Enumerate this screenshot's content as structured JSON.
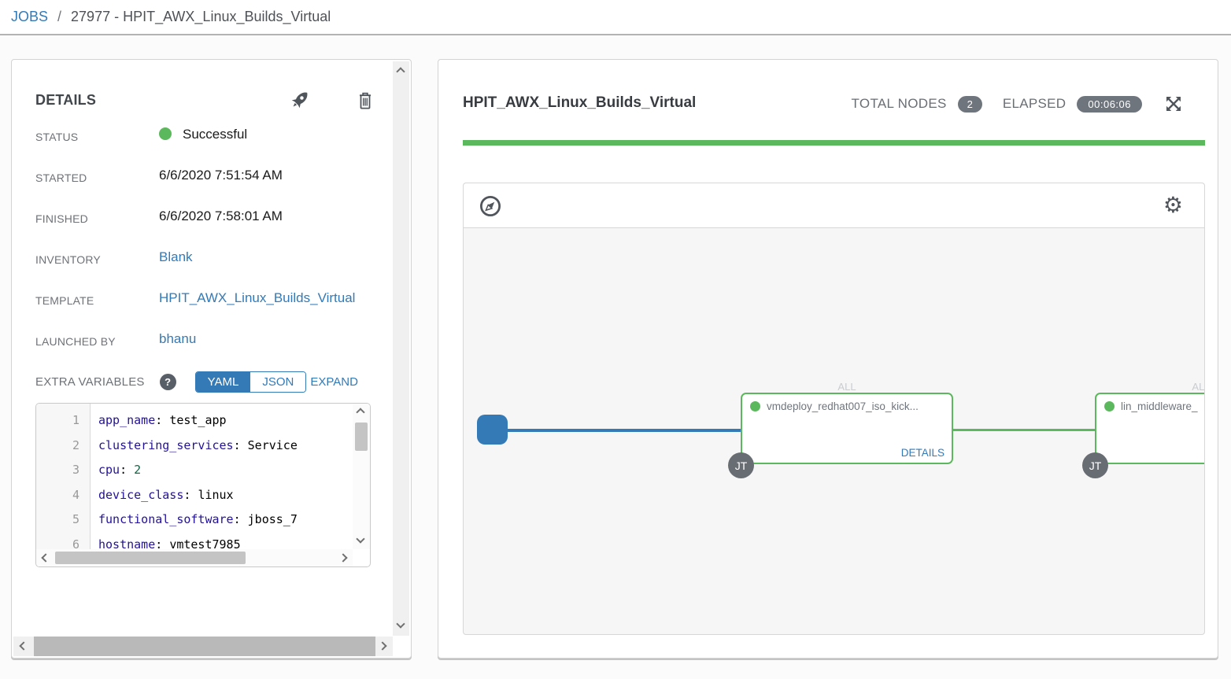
{
  "breadcrumb": {
    "jobs_link": "JOBS",
    "separator": "/",
    "current": "27977 - HPIT_AWX_Linux_Builds_Virtual"
  },
  "details_panel": {
    "title": "DETAILS",
    "status": {
      "label": "STATUS",
      "value": "Successful"
    },
    "started": {
      "label": "STARTED",
      "value": "6/6/2020 7:51:54 AM"
    },
    "finished": {
      "label": "FINISHED",
      "value": "6/6/2020 7:58:01 AM"
    },
    "inventory": {
      "label": "INVENTORY",
      "value": "Blank"
    },
    "template": {
      "label": "TEMPLATE",
      "value": "HPIT_AWX_Linux_Builds_Virtual"
    },
    "launched_by": {
      "label": "LAUNCHED BY",
      "value": "bhanu"
    },
    "extra_variables": {
      "label": "EXTRA VARIABLES",
      "help_glyph": "?",
      "yaml_label": "YAML",
      "json_label": "JSON",
      "expand_label": "EXPAND"
    },
    "editor": {
      "colon": ":",
      "lines": [
        {
          "num": "1",
          "key": "app_name",
          "value": "test_app"
        },
        {
          "num": "2",
          "key": "clustering_services",
          "value": "Service"
        },
        {
          "num": "3",
          "key": "cpu",
          "value": "2"
        },
        {
          "num": "4",
          "key": "device_class",
          "value": "linux"
        },
        {
          "num": "5",
          "key": "functional_software",
          "value": "jboss_7"
        },
        {
          "num": "6",
          "key": "hostname",
          "value": "vmtest7985"
        }
      ]
    }
  },
  "workflow_panel": {
    "title": "HPIT_AWX_Linux_Builds_Virtual",
    "total_nodes_label": "TOTAL NODES",
    "total_nodes_value": "2",
    "elapsed_label": "ELAPSED",
    "elapsed_value": "00:06:06",
    "nodes": [
      {
        "name": "vmdeploy_redhat007_iso_kick...",
        "type_badge": "JT",
        "edge_label": "ALL",
        "details_label": "DETAILS"
      },
      {
        "name": "lin_middleware_",
        "type_badge": "JT",
        "edge_label": "ALL"
      }
    ]
  },
  "colors": {
    "accent_blue": "#337ab7",
    "success_green": "#5cb85c",
    "badge_gray": "#6f757d",
    "icon_gray": "#4f555b"
  }
}
